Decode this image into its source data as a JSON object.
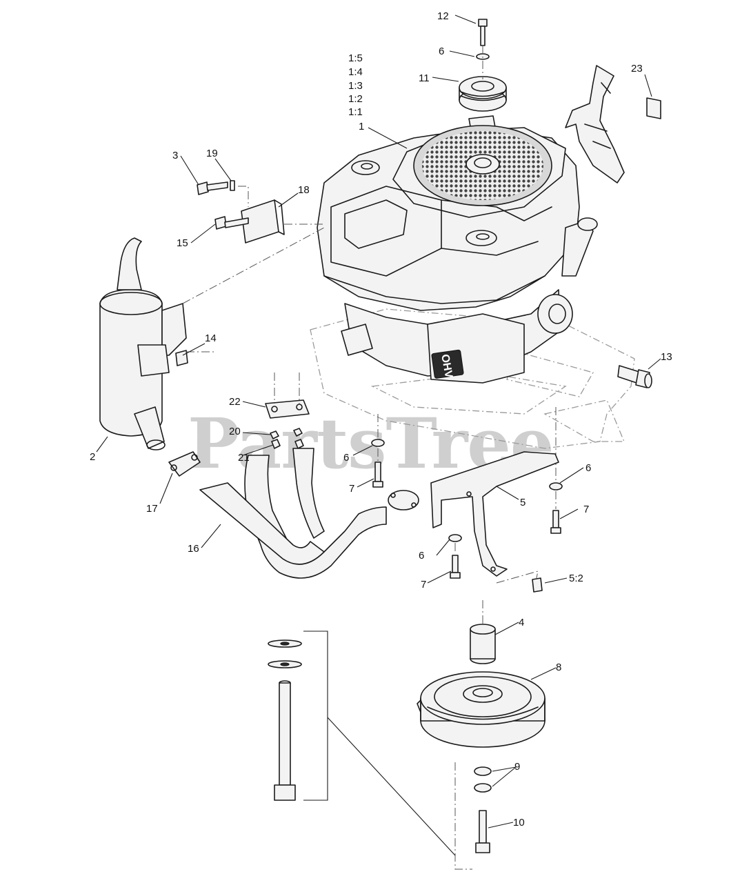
{
  "watermark": "PartsTree",
  "engine_badge": "OHV",
  "callouts": [
    {
      "id": "c12",
      "text": "12"
    },
    {
      "id": "c6a",
      "text": "6"
    },
    {
      "id": "c11",
      "text": "11"
    },
    {
      "id": "c1_5",
      "text": "1:5"
    },
    {
      "id": "c1_4",
      "text": "1:4"
    },
    {
      "id": "c1_3",
      "text": "1:3"
    },
    {
      "id": "c1_2",
      "text": "1:2"
    },
    {
      "id": "c1_1",
      "text": "1:1"
    },
    {
      "id": "c1",
      "text": "1"
    },
    {
      "id": "c23",
      "text": "23"
    },
    {
      "id": "c19",
      "text": "19"
    },
    {
      "id": "c3",
      "text": "3"
    },
    {
      "id": "c18",
      "text": "18"
    },
    {
      "id": "c15",
      "text": "15"
    },
    {
      "id": "c14",
      "text": "14"
    },
    {
      "id": "c13",
      "text": "13"
    },
    {
      "id": "c22",
      "text": "22"
    },
    {
      "id": "c20",
      "text": "20"
    },
    {
      "id": "c21",
      "text": "21"
    },
    {
      "id": "c2",
      "text": "2"
    },
    {
      "id": "c6b",
      "text": "6"
    },
    {
      "id": "c7a",
      "text": "7"
    },
    {
      "id": "c17",
      "text": "17"
    },
    {
      "id": "c6c",
      "text": "6"
    },
    {
      "id": "c5",
      "text": "5"
    },
    {
      "id": "c7b",
      "text": "7"
    },
    {
      "id": "c16",
      "text": "16"
    },
    {
      "id": "c6d",
      "text": "6"
    },
    {
      "id": "c7c",
      "text": "7"
    },
    {
      "id": "c5_2",
      "text": "5:2"
    },
    {
      "id": "c4",
      "text": "4"
    },
    {
      "id": "c8",
      "text": "8"
    },
    {
      "id": "c9",
      "text": "9"
    },
    {
      "id": "c10",
      "text": "10"
    }
  ]
}
